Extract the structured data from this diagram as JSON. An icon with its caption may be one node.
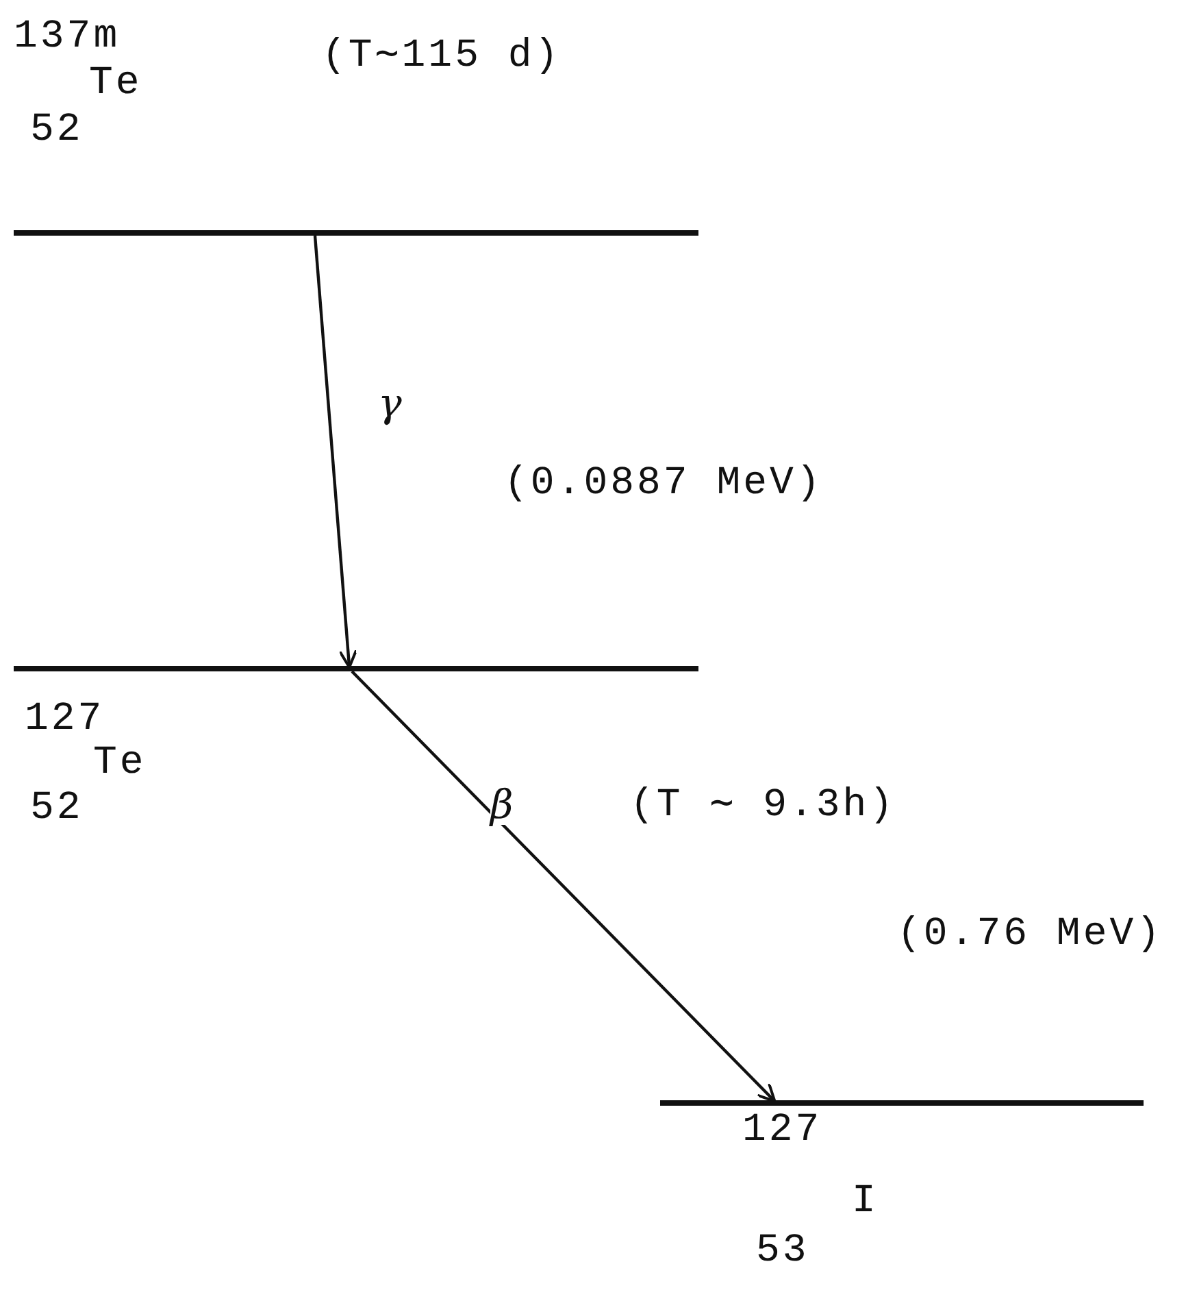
{
  "diagram": {
    "nodes": [
      {
        "text": [],
        "shape": "bar",
        "beside": [
          "137m",
          "Te",
          "52",
          "(T∼115 d)"
        ]
      },
      {
        "text": [],
        "shape": "bar",
        "beside": [
          "127",
          "Te",
          "52"
        ]
      },
      {
        "text": [],
        "shape": "bar",
        "beside": [
          "127",
          "I",
          "53"
        ]
      }
    ],
    "edges": [
      {
        "from": 0,
        "to": 1,
        "arrow": "to",
        "label": "γ"
      },
      {
        "from": 1,
        "to": 2,
        "arrow": "to",
        "label": "β"
      }
    ],
    "labels": [
      "(0.0887 MeV)",
      "(T ∼ 9.3h)",
      "(0.76 MeV)"
    ]
  }
}
